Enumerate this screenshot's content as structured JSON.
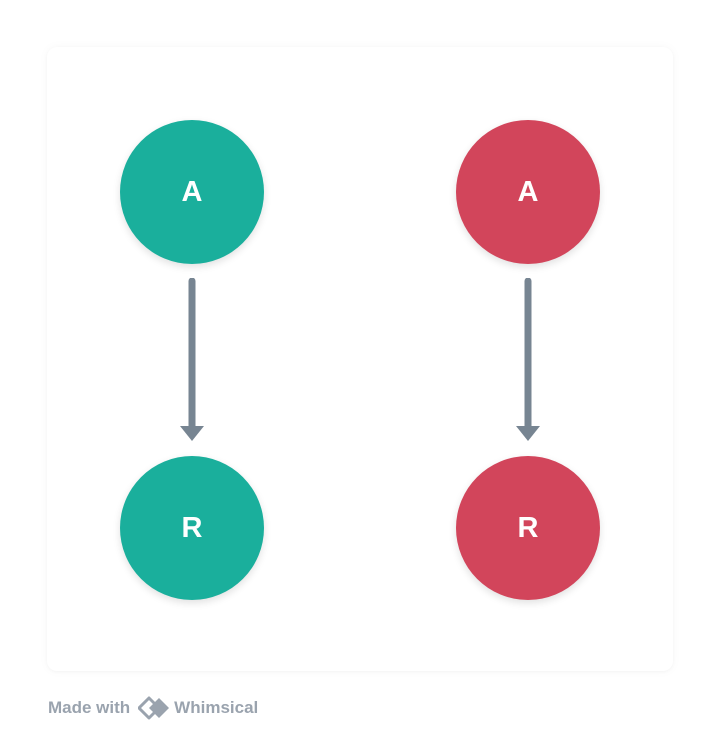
{
  "diagram": {
    "nodes": [
      {
        "id": "left-top",
        "label": "A",
        "color": "#1aaf9c"
      },
      {
        "id": "left-bottom",
        "label": "R",
        "color": "#1aaf9c"
      },
      {
        "id": "right-top",
        "label": "A",
        "color": "#d2455b"
      },
      {
        "id": "right-bottom",
        "label": "R",
        "color": "#d2455b"
      }
    ],
    "edges": [
      {
        "from": "left-top",
        "to": "left-bottom"
      },
      {
        "from": "right-top",
        "to": "right-bottom"
      }
    ],
    "connector_color": "#778592"
  },
  "footer": {
    "made_with": "Made with",
    "brand": "Whimsical",
    "color": "#9aa3ae"
  }
}
